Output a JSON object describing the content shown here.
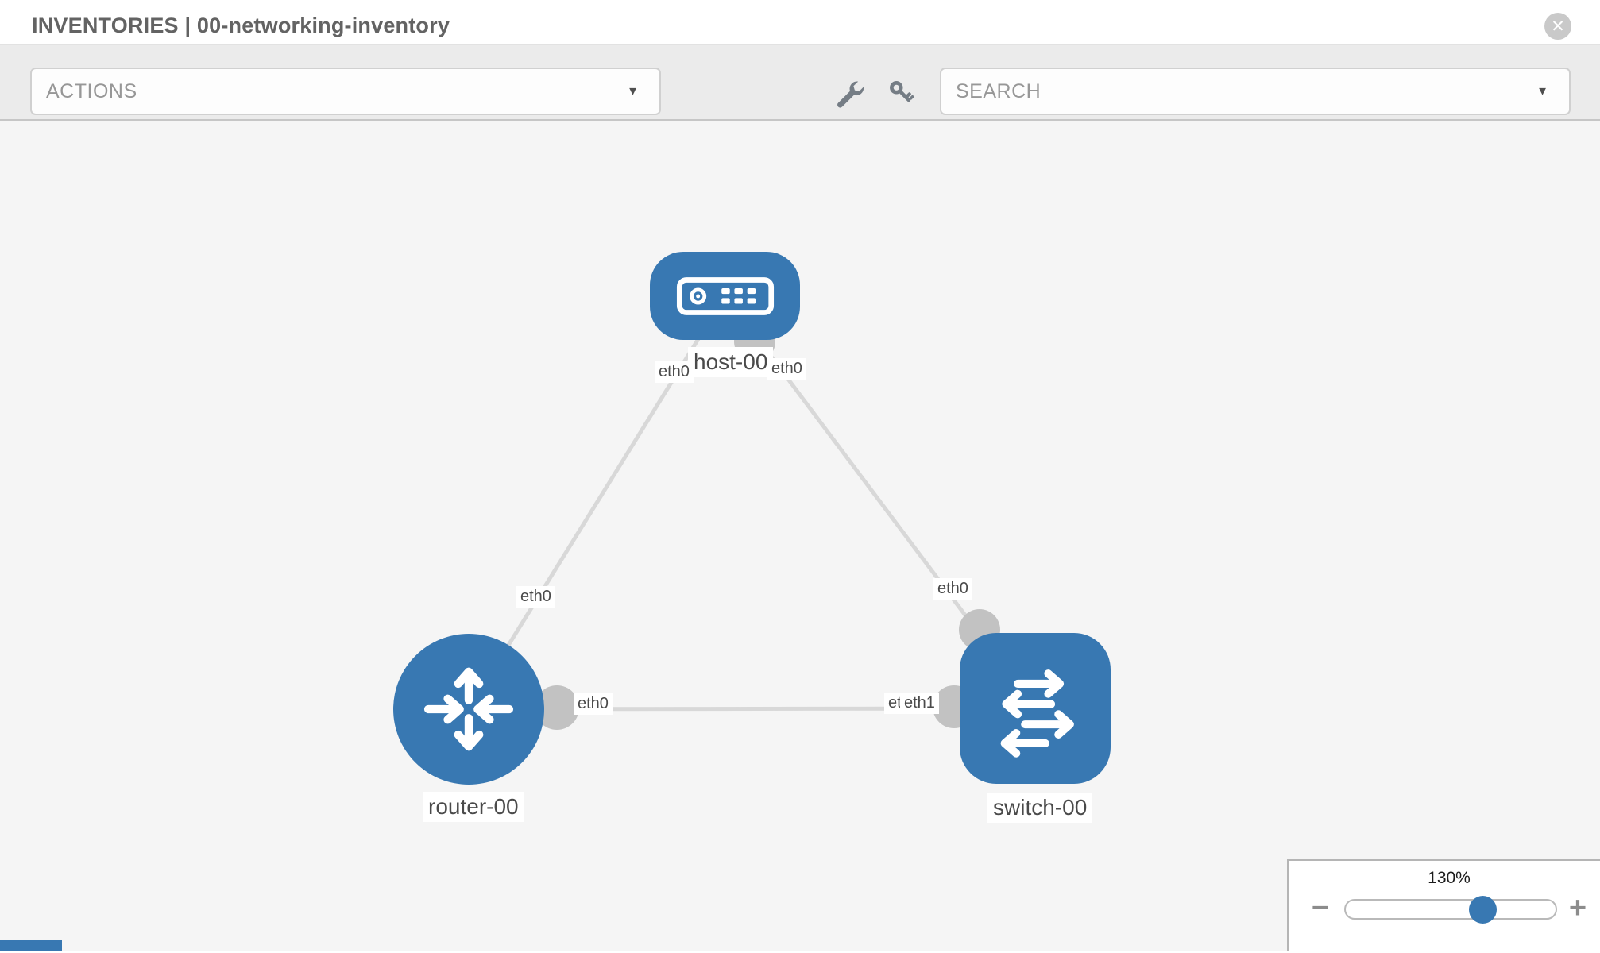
{
  "header": {
    "title": "INVENTORIES | 00-networking-inventory"
  },
  "toolbar": {
    "actions_label": "ACTIONS",
    "search_label": "SEARCH"
  },
  "icons": {
    "caret_down": "▼",
    "close": "✕",
    "minus": "−",
    "plus": "+"
  },
  "nodes": {
    "host": {
      "label": "host-00",
      "type": "host"
    },
    "router": {
      "label": "router-00",
      "type": "router"
    },
    "switch": {
      "label": "switch-00",
      "type": "switch"
    }
  },
  "interfaces": {
    "host_end_to_router": "eth0",
    "host_end_to_switch": "eth0",
    "router_end_to_host": "eth0",
    "switch_end_to_host": "eth0",
    "router_end_to_switch": "eth0",
    "switch_end_to_router_back": "eth0",
    "switch_end_to_router_front": "eth1"
  },
  "zoom": {
    "level": "130%"
  },
  "colors": {
    "node_blue": "#3878b2",
    "connector_gray": "#c2c2c2",
    "link_gray": "#d8d8d8",
    "toolbar_bg": "#ebebeb",
    "canvas_bg": "#f5f5f5"
  }
}
